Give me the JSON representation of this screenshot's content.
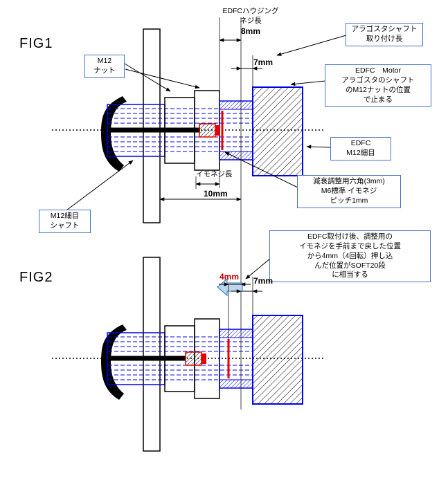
{
  "colors": {
    "drawing_blue": "#0000ee",
    "screw_red": "#e60000",
    "dim4_red": "#c00000",
    "push_arrow_fill": "#bdd7ee",
    "push_arrow_stroke": "#2e75b6",
    "callout_border": "#4472c4"
  },
  "fig1": {
    "title": "FIG1",
    "housing_note": {
      "line1": "EDFCハウジング",
      "line2": "ネジ長",
      "line3": "8mm"
    },
    "aragosta_box": {
      "line1": "アラゴスタシャフト",
      "line2": "取り付け長"
    },
    "dim_7mm": "7mm",
    "m12_nut_box": {
      "line1": "M12",
      "line2": "ナット"
    },
    "motor_box": {
      "line1": "EDFC　Motor",
      "line2": "アラゴスタのシャフト",
      "line3": "のM12ナットの位置",
      "line4": "で止まる"
    },
    "edfc_m12_box": {
      "line1": "EDFC",
      "line2": "M12細目"
    },
    "imoneji_label": "イモネジ長",
    "dim_10mm": "10mm",
    "adjust_box": {
      "line1": "減衰調整用六角(3mm)",
      "line2": "M6標準 イモネジ",
      "line3": "ピッチ1mm"
    },
    "m12_shaft_box": {
      "line1": "M12細目",
      "line2": "シャフト"
    }
  },
  "fig2": {
    "title": "FIG2",
    "note_box": {
      "line1": "EDFC取付け後、調整用の",
      "line2": "イモネジを手前まで戻した位置",
      "line3": "から4mm（4回転）押し込",
      "line4": "んだ位置がSOFT20段",
      "line5": "に相当する"
    },
    "dim_4mm": "4mm",
    "dim_7mm": "7mm"
  }
}
